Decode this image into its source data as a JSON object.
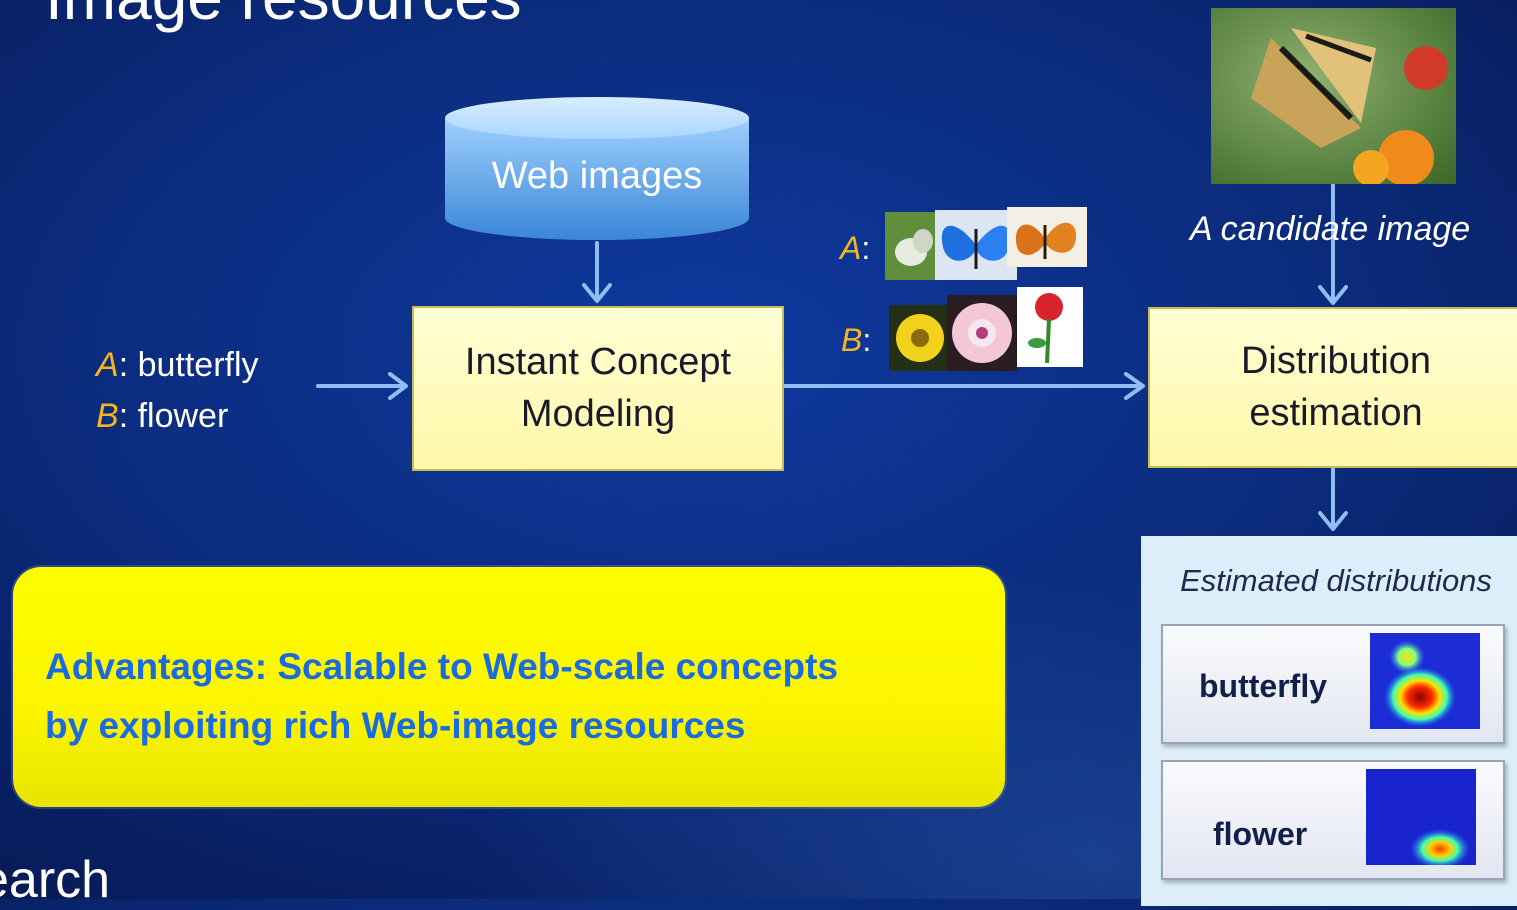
{
  "title_fragment": "Image resources",
  "footer_fragment": "earch",
  "web_images": "Web images",
  "inputs": {
    "a_letter": "A",
    "a_sep": ": ",
    "a_value": "butterfly",
    "b_letter": "B",
    "b_sep": ": ",
    "b_value": "flower"
  },
  "icm_box": {
    "line1": "Instant Concept",
    "line2": "Modeling"
  },
  "sample_labels": {
    "a_letter": "A",
    "b_letter": "B",
    "sep": ":"
  },
  "candidate_caption": "A candidate image",
  "distribution_box": {
    "line1": "Distribution",
    "line2": "estimation"
  },
  "estimated": {
    "title": "Estimated distributions",
    "items": [
      {
        "label": "butterfly"
      },
      {
        "label": "flower"
      }
    ]
  },
  "advantages": {
    "line1": "Advantages: Scalable to Web-scale concepts",
    "line2": "by exploiting rich Web-image resources"
  },
  "colors": {
    "background": "#0b2a7a",
    "box_fill": "#ffffc0",
    "arrow": "#8fbff2",
    "letter": "#f5b51f",
    "advantages_fill": "#fffd00",
    "advantages_text": "#1a6be0"
  }
}
